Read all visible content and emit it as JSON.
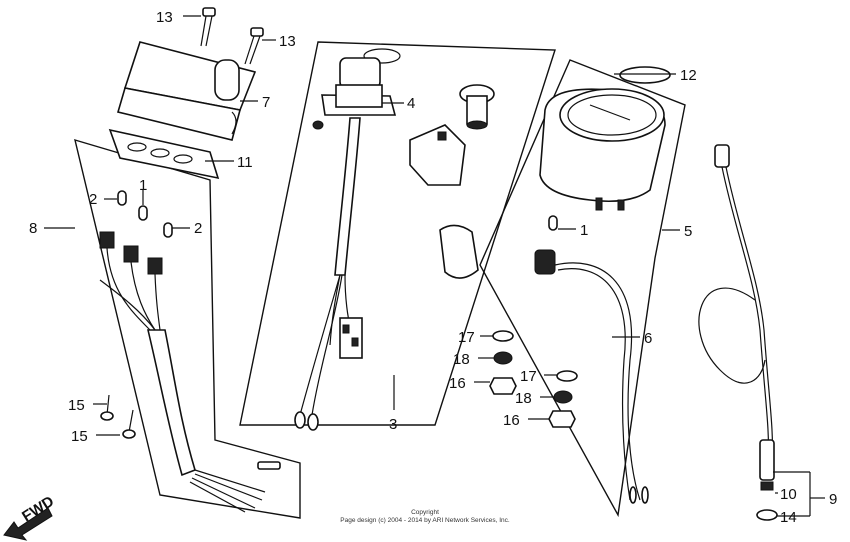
{
  "callouts": {
    "c1a": "1",
    "c1b": "1",
    "c2a": "2",
    "c2b": "2",
    "c3": "3",
    "c4": "4",
    "c5": "5",
    "c6": "6",
    "c7": "7",
    "c8": "8",
    "c9": "9",
    "c10": "10",
    "c11": "11",
    "c12": "12",
    "c13a": "13",
    "c13b": "13",
    "c14": "14",
    "c15a": "15",
    "c15b": "15",
    "c16a": "16",
    "c16b": "16",
    "c17a": "17",
    "c17b": "17",
    "c18a": "18",
    "c18b": "18"
  },
  "fwd_label": "FWD",
  "copyright": {
    "line1": "Copyright",
    "line2": "Page design (c) 2004 - 2014 by ARI Network Services, Inc."
  }
}
